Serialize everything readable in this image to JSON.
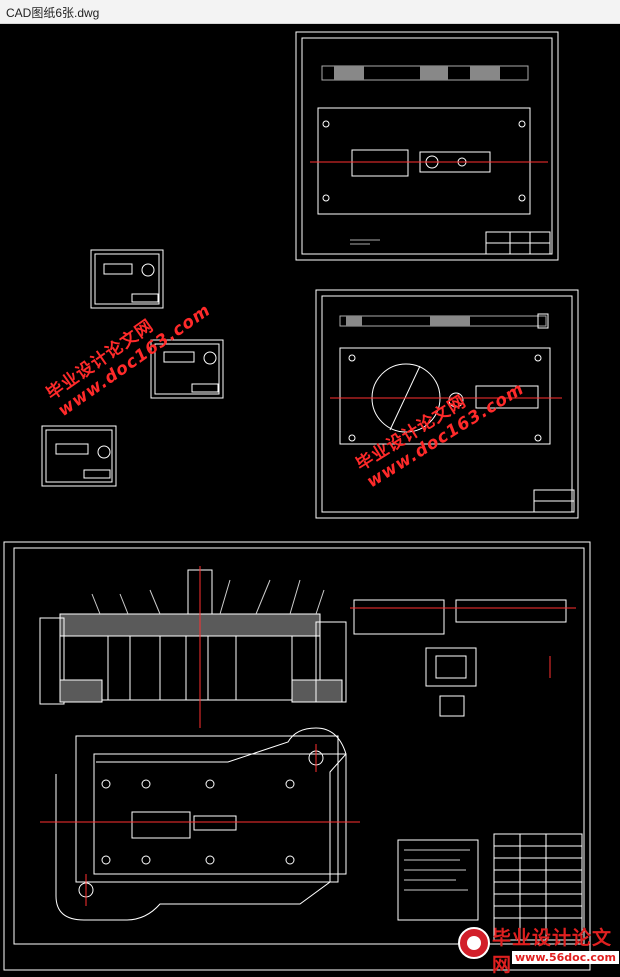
{
  "window": {
    "title": "CAD图纸6张.dwg"
  },
  "watermarks": {
    "brand": "毕业设计论文网",
    "url": "www.doc163.com"
  },
  "logo": {
    "name": "毕业设计论文网",
    "site": "www.56doc.com"
  },
  "colors": {
    "background": "#000000",
    "frame": "#ffffff",
    "centerline": "#ff3030",
    "hatch": "#c8c8c8",
    "watermark": "#ff2a2a"
  }
}
